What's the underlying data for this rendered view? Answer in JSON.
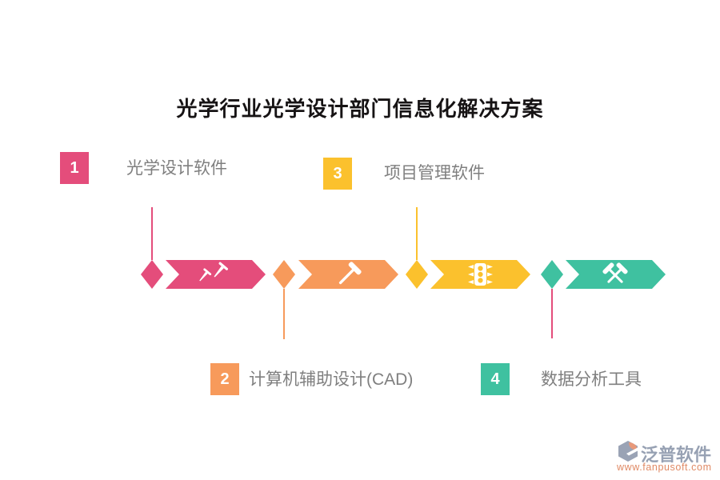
{
  "title": "光学行业光学设计部门信息化解决方案",
  "steps": [
    {
      "number": "1",
      "label": "光学设计软件",
      "color": "#e44d7b",
      "icon": "nails-icon",
      "label_position": "top",
      "connector_color": "#e44d7b"
    },
    {
      "number": "2",
      "label": "计算机辅助设计(CAD)",
      "color": "#f79a5b",
      "icon": "hammer-icon",
      "label_position": "bottom",
      "connector_color": "#f79a5b"
    },
    {
      "number": "3",
      "label": "项目管理软件",
      "color": "#fbc12d",
      "icon": "traffic-light-icon",
      "label_position": "top",
      "connector_color": "#fbc12d"
    },
    {
      "number": "4",
      "label": "数据分析工具",
      "color": "#3fc1a0",
      "icon": "crossed-hammers-icon",
      "label_position": "bottom",
      "connector_color": "#e44d7b"
    }
  ],
  "colors": {
    "label_text": "#7f7f7f",
    "title_text": "#161314",
    "badge_text": "#ffffff"
  },
  "watermark": {
    "brand": "泛普软件",
    "url": "www.fanpusoft.com",
    "brand_color": "#97a1b3",
    "url_color": "#e08a65"
  }
}
